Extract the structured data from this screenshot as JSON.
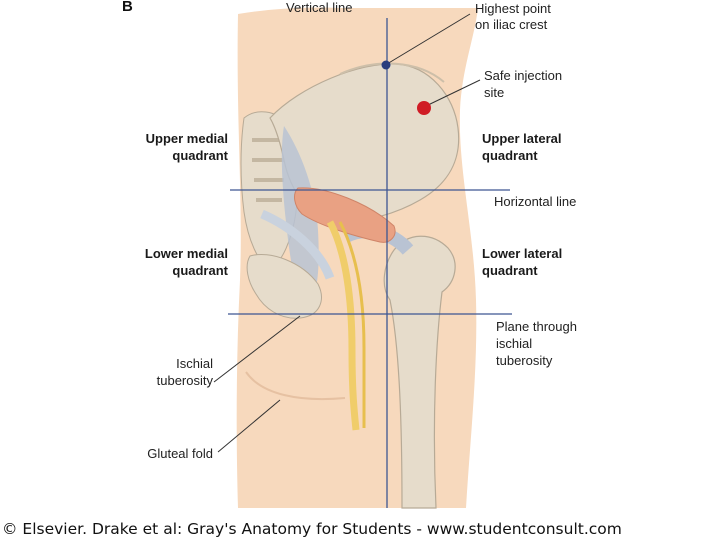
{
  "panel_letter": "B",
  "labels": {
    "vertical_line": "Vertical line",
    "highest_point_1": "Highest point",
    "highest_point_2": "on iliac crest",
    "safe_site_1": "Safe injection",
    "safe_site_2": "site",
    "upper_medial_1": "Upper medial",
    "upper_medial_2": "quadrant",
    "upper_lateral_1": "Upper lateral",
    "upper_lateral_2": "quadrant",
    "horizontal_line": "Horizontal line",
    "lower_medial_1": "Lower medial",
    "lower_medial_2": "quadrant",
    "lower_lateral_1": "Lower lateral",
    "lower_lateral_2": "quadrant",
    "plane_1": "Plane through",
    "plane_2": "ischial",
    "plane_3": "tuberosity",
    "ischial_1": "Ischial",
    "ischial_2": "tuberosity",
    "gluteal_fold": "Gluteal fold"
  },
  "footer": "© Elsevier. Drake et al: Gray's Anatomy for Students - www.studentconsult.com",
  "colors": {
    "skin": "#f7d9bd",
    "bone": "#e6dccb",
    "ligament": "#b9c3d3",
    "muscle": "#e9a183",
    "nerve": "#f0cd6a",
    "guide_line": "#3d5692",
    "injection_dot": "#d01c25"
  }
}
